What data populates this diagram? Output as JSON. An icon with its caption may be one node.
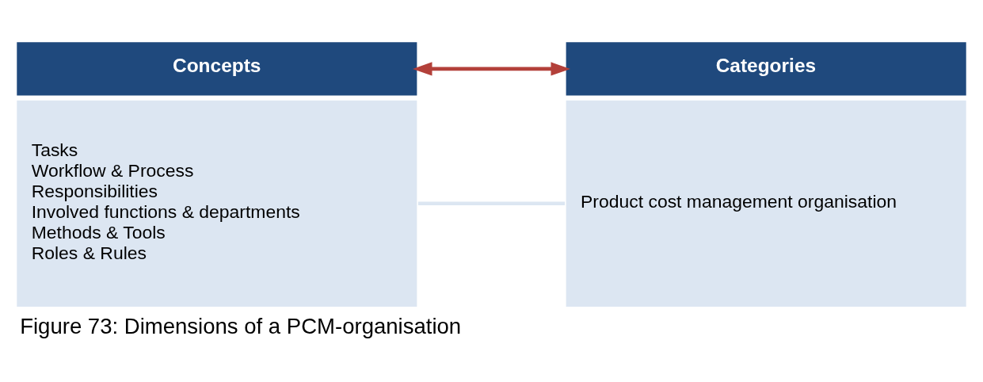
{
  "diagram": {
    "caption": "Figure 73: Dimensions of a PCM-organisation",
    "nodes": [
      {
        "text": [
          "Concepts",
          "Tasks",
          "Workflow & Process",
          "Responsibilities",
          "Involved functions & departments",
          "Methods & Tools",
          "Roles & Rules"
        ]
      },
      {
        "text": [
          "Categories",
          "Product cost management organisation"
        ]
      }
    ],
    "edges": [
      {
        "from": 0,
        "to": 1,
        "arrow": "both",
        "color": "#b3403a"
      },
      {
        "from": 0,
        "to": 1,
        "arrow": "none",
        "color": "#dce6f2"
      }
    ]
  }
}
